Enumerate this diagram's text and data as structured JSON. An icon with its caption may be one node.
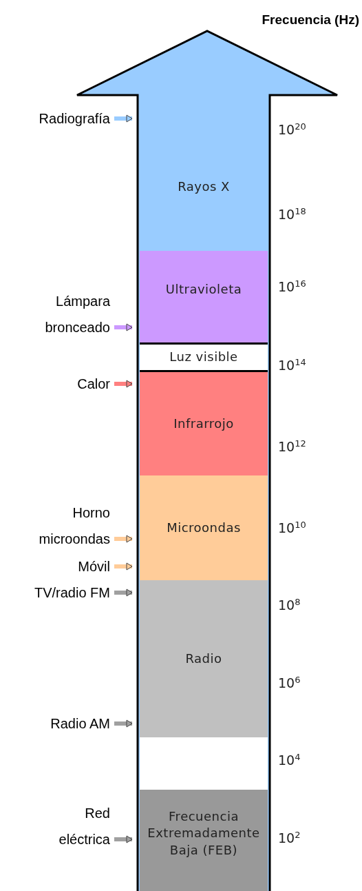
{
  "diagram": {
    "nodes": [
      {
        "text": [
          "Rayos X"
        ]
      },
      {
        "text": [
          "Ultravioleta"
        ]
      },
      {
        "text": [
          "Luz visible"
        ]
      },
      {
        "text": [
          "Infrarrojo"
        ]
      },
      {
        "text": [
          "Microondas"
        ]
      },
      {
        "text": [
          "Radio"
        ]
      },
      {
        "text": [],
        "shape": "box"
      },
      {
        "text": [
          "Frecuencia Extremadamente Baja (FEB)"
        ]
      },
      {
        "text": [
          "Radiografía"
        ]
      },
      {
        "text": [
          "Lámpara bronceado"
        ]
      },
      {
        "text": [
          "Calor"
        ]
      },
      {
        "text": [
          "Horno microondas"
        ]
      },
      {
        "text": [
          "Móvil"
        ]
      },
      {
        "text": [
          "TV/radio FM"
        ]
      },
      {
        "text": [
          "Radio AM"
        ]
      },
      {
        "text": [
          "Red eléctrica"
        ]
      }
    ],
    "edges": [
      {
        "from": 8,
        "to": 0,
        "arrow": "to",
        "color": "#99ccff"
      },
      {
        "from": 9,
        "to": 1,
        "arrow": "to",
        "color": "#cc99ff"
      },
      {
        "from": 10,
        "to": 3,
        "arrow": "to",
        "color": "#ff8080"
      },
      {
        "from": 11,
        "to": 4,
        "arrow": "to",
        "color": "#ffcc99"
      },
      {
        "from": 12,
        "to": 4,
        "arrow": "to",
        "color": "#ffcc99"
      },
      {
        "from": 13,
        "to": 5,
        "arrow": "to"
      },
      {
        "from": 14,
        "to": 5,
        "arrow": "to"
      },
      {
        "from": 15,
        "to": 7,
        "arrow": "to"
      }
    ],
    "labels": [
      "Frecuencia (Hz)",
      "10$^{20}$",
      "10$^{18}$",
      "10$^{16}$",
      "10$^{14}$",
      "10$^{12}$",
      "10$^{10}$",
      "10$^{8}$",
      "10$^{6}$",
      "10$^{4}$",
      "10$^{2}$"
    ]
  }
}
